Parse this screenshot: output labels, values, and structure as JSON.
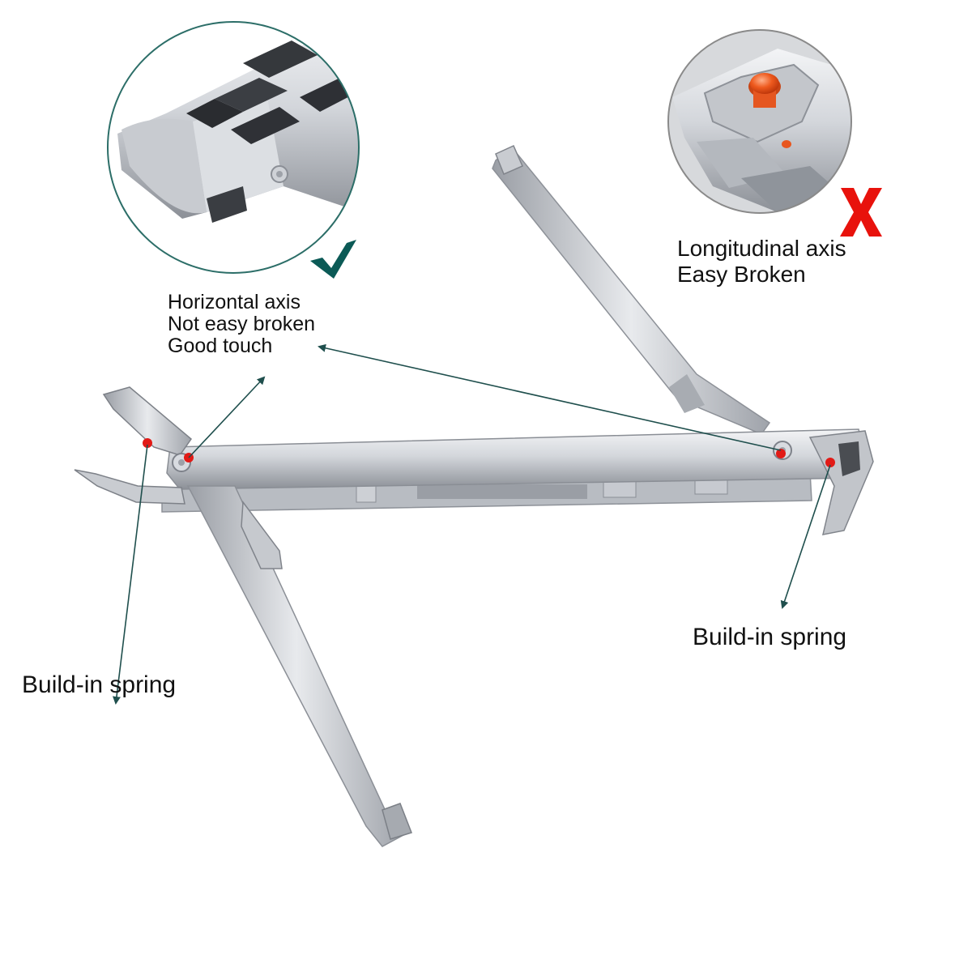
{
  "callouts": {
    "good": {
      "line1": "Horizontal axis",
      "line2": "Not easy broken",
      "line3": "Good touch",
      "mark_icon": "checkmark-icon",
      "mark_color": "#0b5a56"
    },
    "bad": {
      "line1": "Longitudinal axis",
      "line2": "Easy Broken",
      "mark_icon": "cross-icon",
      "mark_color": "#e8120c"
    }
  },
  "spring_labels": {
    "left": "Build-in spring",
    "right": "Build-in spring"
  },
  "colors": {
    "arrow": "#1f4f4d",
    "circle_border": "#2c6e68",
    "dot": "#e21a16",
    "pin": "#e8561e",
    "steel_light": "#e4e6ea",
    "steel_mid": "#b6bac0",
    "steel_dark": "#7a7e85"
  }
}
